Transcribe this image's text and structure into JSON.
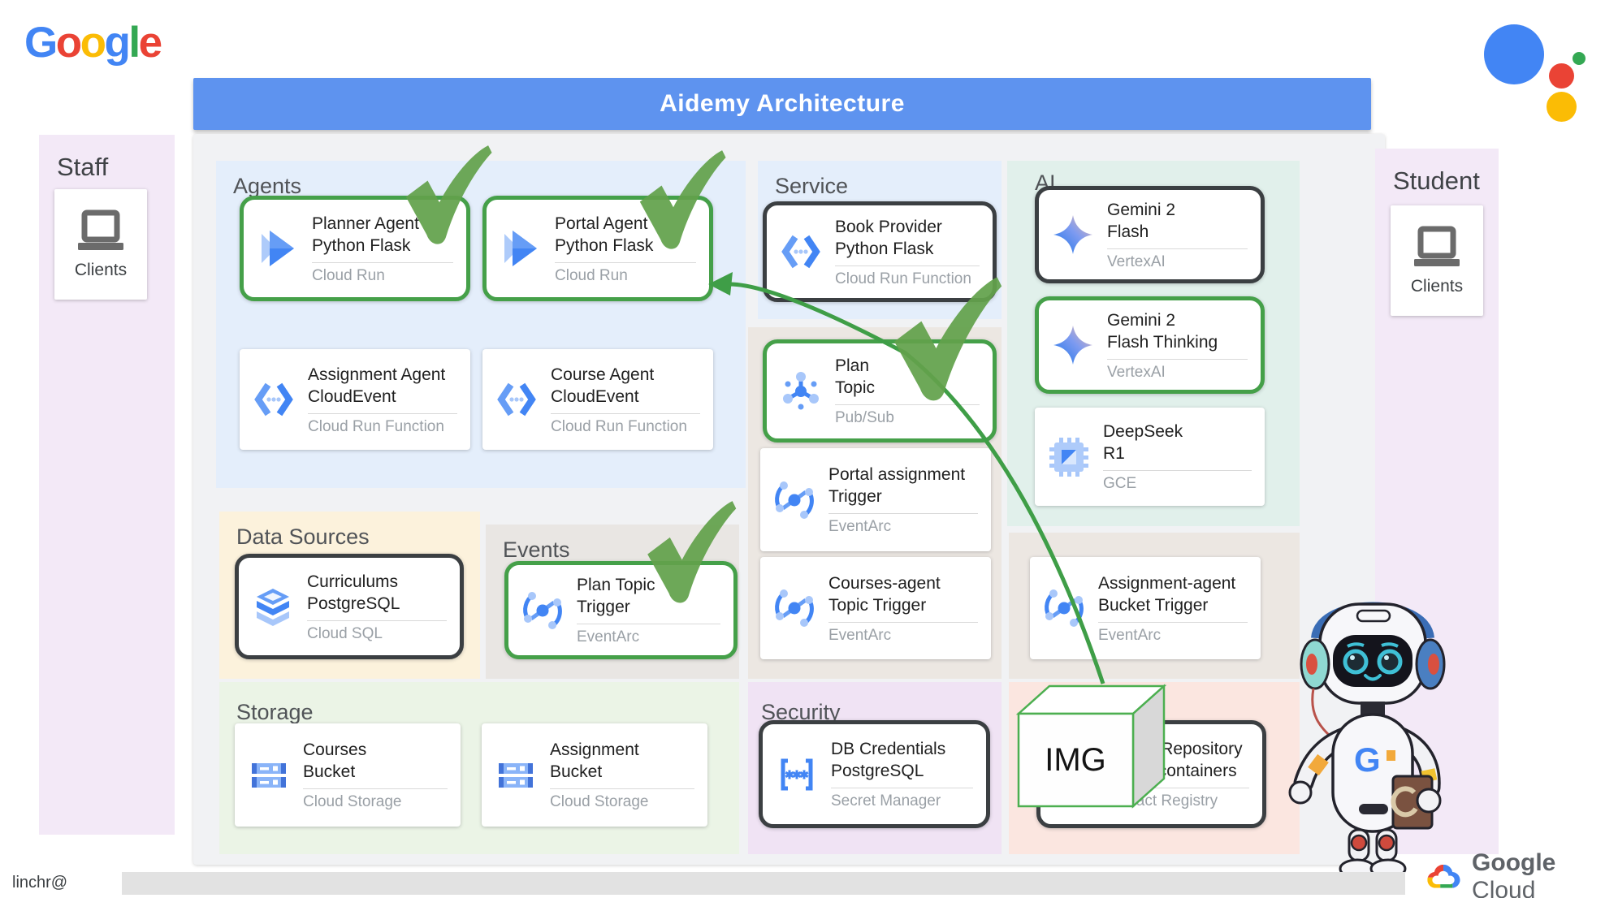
{
  "header": {
    "title": "Aidemy Architecture"
  },
  "branding": {
    "google_logo": {
      "letters": [
        "G",
        "o",
        "o",
        "g",
        "l",
        "e"
      ]
    },
    "google_cloud": {
      "google": "Google",
      "cloud": "Cloud"
    }
  },
  "footer": {
    "user": "linchr@"
  },
  "panels": {
    "staff": {
      "label": "Staff",
      "client_label": "Clients"
    },
    "student": {
      "label": "Student",
      "client_label": "Clients"
    }
  },
  "sections": {
    "agents": {
      "label": "Agents",
      "cards": {
        "planner": {
          "title1": "Planner Agent",
          "title2": "Python Flask",
          "sub": "Cloud Run"
        },
        "portal": {
          "title1": "Portal Agent",
          "title2": "Python Flask",
          "sub": "Cloud Run"
        },
        "assignment": {
          "title1": "Assignment Agent",
          "title2": "CloudEvent",
          "sub": "Cloud Run Function"
        },
        "course": {
          "title1": "Course Agent",
          "title2": "CloudEvent",
          "sub": "Cloud Run Function"
        }
      }
    },
    "service": {
      "label": "Service",
      "cards": {
        "book_provider": {
          "title1": "Book Provider",
          "title2": "Python Flask",
          "sub": "Cloud Run Function"
        }
      }
    },
    "ai": {
      "label": "AI",
      "cards": {
        "gemini_flash": {
          "title1": "Gemini 2",
          "title2": "Flash",
          "sub": "VertexAI"
        },
        "gemini_flash_thinking": {
          "title1": "Gemini 2",
          "title2": "Flash Thinking",
          "sub": "VertexAI"
        },
        "deepseek": {
          "title1": "DeepSeek",
          "title2": "R1",
          "sub": "GCE"
        }
      }
    },
    "pubsub": {
      "cards": {
        "plan_topic": {
          "title1": "Plan",
          "title2": "Topic",
          "sub": "Pub/Sub"
        },
        "portal_assignment_trigger": {
          "title1": "Portal assignment",
          "title2": "Trigger",
          "sub": "EventArc"
        },
        "courses_agent_trigger": {
          "title1": "Courses-agent",
          "title2": "Topic Trigger",
          "sub": "EventArc"
        }
      }
    },
    "bucket_trigger": {
      "cards": {
        "assignment_agent_bucket_trigger": {
          "title1": "Assignment-agent",
          "title2": "Bucket Trigger",
          "sub": "EventArc"
        }
      }
    },
    "data_sources": {
      "label": "Data Sources",
      "cards": {
        "curriculums": {
          "title1": "Curriculums",
          "title2": "PostgreSQL",
          "sub": "Cloud SQL"
        }
      }
    },
    "events": {
      "label": "Events",
      "cards": {
        "plan_topic_trigger": {
          "title1": "Plan Topic",
          "title2": "Trigger",
          "sub": "EventArc"
        }
      }
    },
    "storage": {
      "label": "Storage",
      "cards": {
        "courses_bucket": {
          "title1": "Courses",
          "title2": "Bucket",
          "sub": "Cloud Storage"
        },
        "assignment_bucket": {
          "title1": "Assignment",
          "title2": "Bucket",
          "sub": "Cloud Storage"
        }
      }
    },
    "security": {
      "label": "Security",
      "cards": {
        "db_credentials": {
          "title1": "DB Credentials",
          "title2": "PostgreSQL",
          "sub": "Secret Manager"
        }
      }
    },
    "registry": {
      "cards": {
        "image_repository": {
          "title1": "Image Repository",
          "title2": "Agent containers",
          "sub": "Artifact Registry"
        }
      }
    }
  },
  "overlay": {
    "img_box_label": "IMG"
  },
  "colors": {
    "header_blue": "#5E93EF",
    "check_green": "#63A24C",
    "arrow_green": "#3F9E47",
    "card_green_border": "#45A049",
    "card_dark_border": "#3B3F42",
    "google_blue": "#4285F4",
    "google_red": "#EA4335",
    "google_yellow": "#FBBC05",
    "google_green": "#34A853"
  }
}
